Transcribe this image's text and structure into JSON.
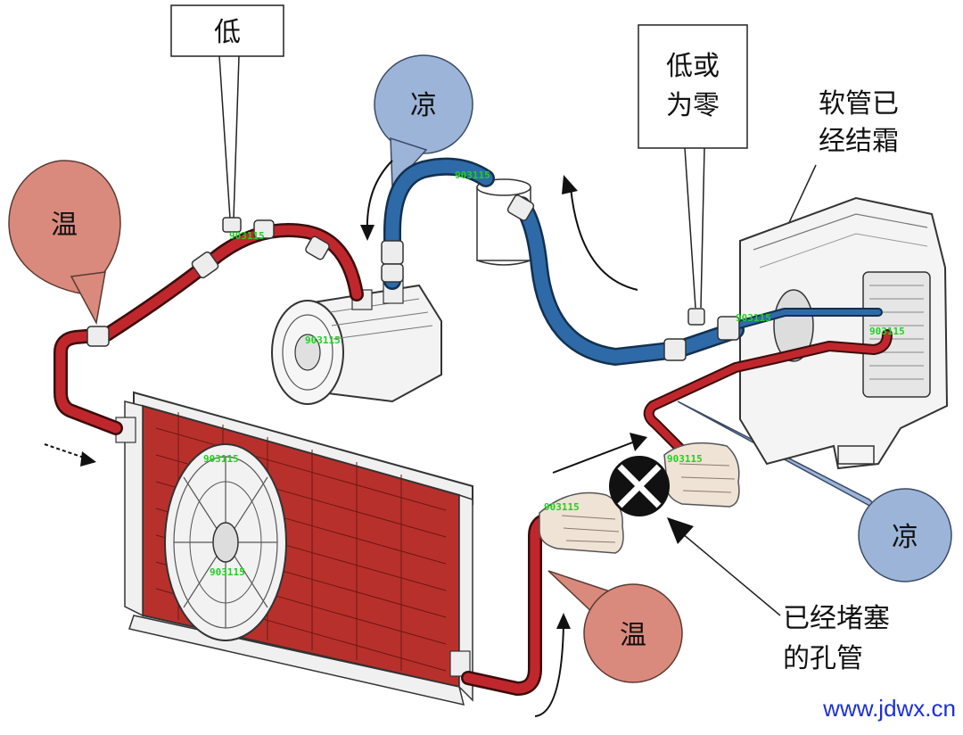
{
  "labels": {
    "low": "低",
    "low_or_zero_line1": "低或",
    "low_or_zero_line2": "为零",
    "hose_frosted_line1": "软管已",
    "hose_frosted_line2": "经结霜",
    "clogged_line1": "已经堵塞",
    "clogged_line2": "的孔管"
  },
  "bubbles": {
    "warm_left": "温",
    "cool_top": "凉",
    "cool_right": "凉",
    "warm_bottom": "温"
  },
  "watermarks": [
    "903115",
    "903115",
    "903115",
    "903115",
    "903115",
    "903115",
    "903115",
    "903115",
    "903115"
  ],
  "website": "www.jdwx.cn",
  "colors": {
    "hot_line": "#c0272d",
    "cold_line": "#2e6aa8",
    "warm_bubble": "#d98a7c",
    "cool_bubble": "#9cb4d8",
    "condenser": "#b8302b"
  }
}
